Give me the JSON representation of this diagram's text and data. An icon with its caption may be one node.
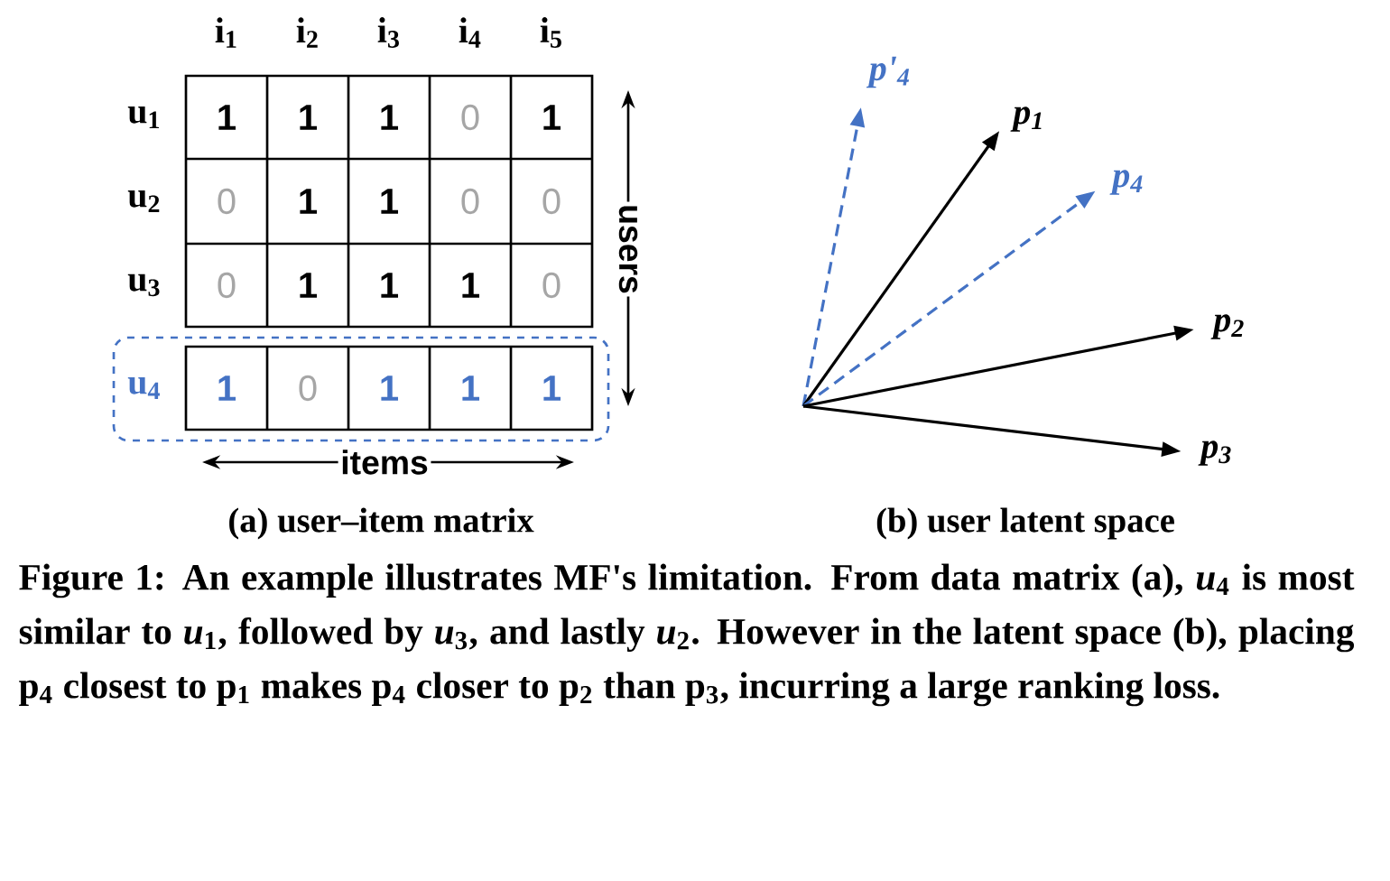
{
  "diagram": {
    "caption": "Figure 1: An example illustrates MF's limitation. From data matrix (a), *u*$_{4}$ is most similar to *u*$_{1}$, followed by *u*$_{3}$, and lastly *u*$_{2}$. However in the latent space (b), placing p$_{4}$ closest to p$_{1}$ makes p$_{4}$ closer to p$_{2}$ than p$_{3}$, incurring a large ranking loss.",
    "nodes": [
      {
        "text": [
          "p'$_{4}$"
        ]
      },
      {
        "text": [
          "p$_{1}$"
        ]
      },
      {
        "text": [
          "p$_{4}$"
        ]
      },
      {
        "text": [
          "p$_{2}$"
        ]
      },
      {
        "text": [
          "p$_{3}$"
        ]
      }
    ],
    "edges": [
      {
        "from": null,
        "to": 0,
        "arrow": "to",
        "style": "dashed",
        "color": "#4472c4"
      },
      {
        "from": null,
        "to": 1,
        "arrow": "to"
      },
      {
        "from": null,
        "to": 2,
        "arrow": "to",
        "style": "dashed",
        "color": "#4472c4"
      },
      {
        "from": null,
        "to": 3,
        "arrow": "to"
      },
      {
        "from": null,
        "to": 4,
        "arrow": "to"
      }
    ],
    "labels": [
      "i$_{1}$",
      "i$_{2}$",
      "i$_{3}$",
      "i$_{4}$",
      "i$_{5}$",
      "u$_{1}$",
      "1",
      "1",
      "1",
      "0",
      "1",
      "u$_{2}$",
      "0",
      "1",
      "1",
      "0",
      "0",
      "u$_{3}$",
      "0",
      "1",
      "1",
      "1",
      "0",
      "u$_{4}$",
      "1",
      "0",
      "1",
      "1",
      "1",
      "users",
      "items",
      "(a) user–item matrix",
      "(b) user latent space"
    ]
  }
}
